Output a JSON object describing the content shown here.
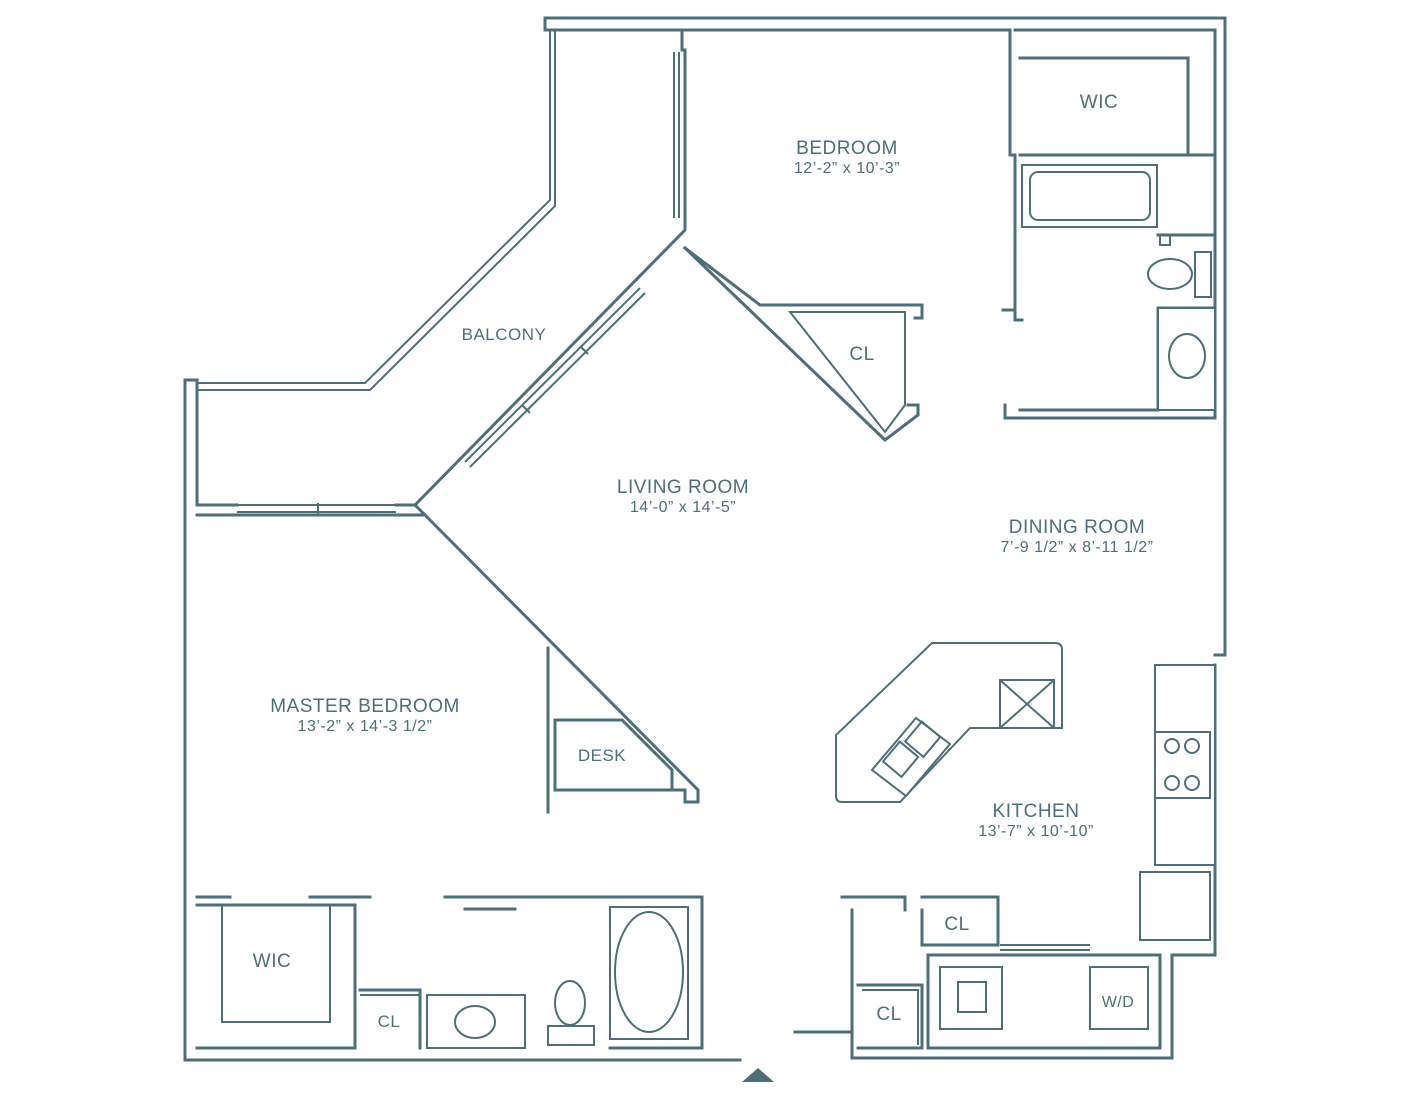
{
  "rooms": {
    "bedroom": {
      "name": "BEDROOM",
      "dims": "12’-2” x 10’-3”"
    },
    "living": {
      "name": "LIVING ROOM",
      "dims": "14’-0” x 14’-5”"
    },
    "dining": {
      "name": "DINING ROOM",
      "dims": "7’-9 1/2” x 8’-11 1/2”"
    },
    "master": {
      "name": "MASTER BEDROOM",
      "dims": "13’-2” x 14’-3 1/2”"
    },
    "kitchen": {
      "name": "KITCHEN",
      "dims": "13’-7” x 10’-10”"
    }
  },
  "labels": {
    "balcony": "BALCONY",
    "wic_bedroom": "WIC",
    "cl_bedroom": "CL",
    "desk": "DESK",
    "wic_master": "WIC",
    "cl_master_bath": "CL",
    "cl_hall": "CL",
    "cl_laundry": "CL",
    "wd": "W/D"
  },
  "colors": {
    "line": "#4d6f7a",
    "background": "#ffffff"
  },
  "icons": {
    "entry": "entry-arrow-icon"
  }
}
